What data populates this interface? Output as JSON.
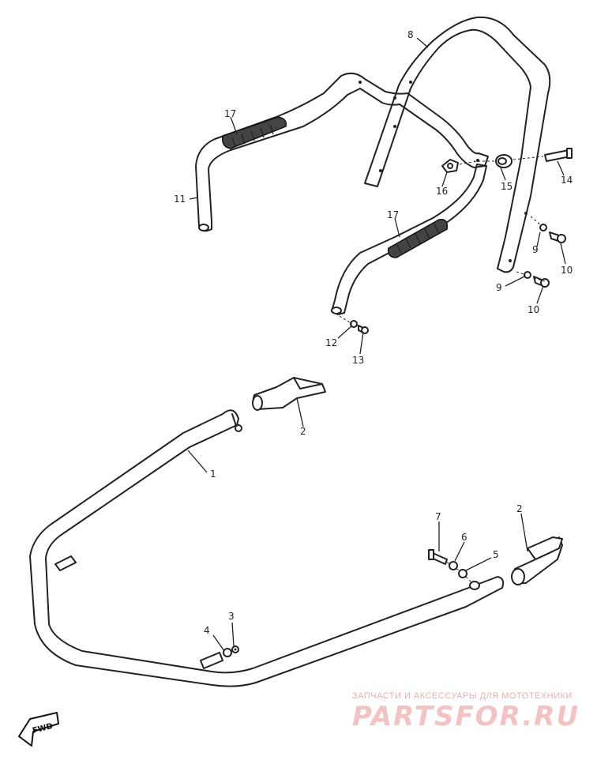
{
  "callouts": {
    "c1": "1",
    "c2a": "2",
    "c2b": "2",
    "c3": "3",
    "c4": "4",
    "c5": "5",
    "c6": "6",
    "c7": "7",
    "c8": "8",
    "c9a": "9",
    "c9b": "9",
    "c10a": "10",
    "c10b": "10",
    "c11": "11",
    "c12": "12",
    "c13": "13",
    "c14": "14",
    "c15": "15",
    "c16": "16",
    "c17a": "17",
    "c17b": "17"
  },
  "fwd_label": "FWD",
  "watermark": {
    "tagline": "ЗАПЧАСТИ И АКСЕССУАРЫ ДЛЯ МОТОТЕХНИКИ",
    "brand": "PARTSFOR.RU"
  }
}
